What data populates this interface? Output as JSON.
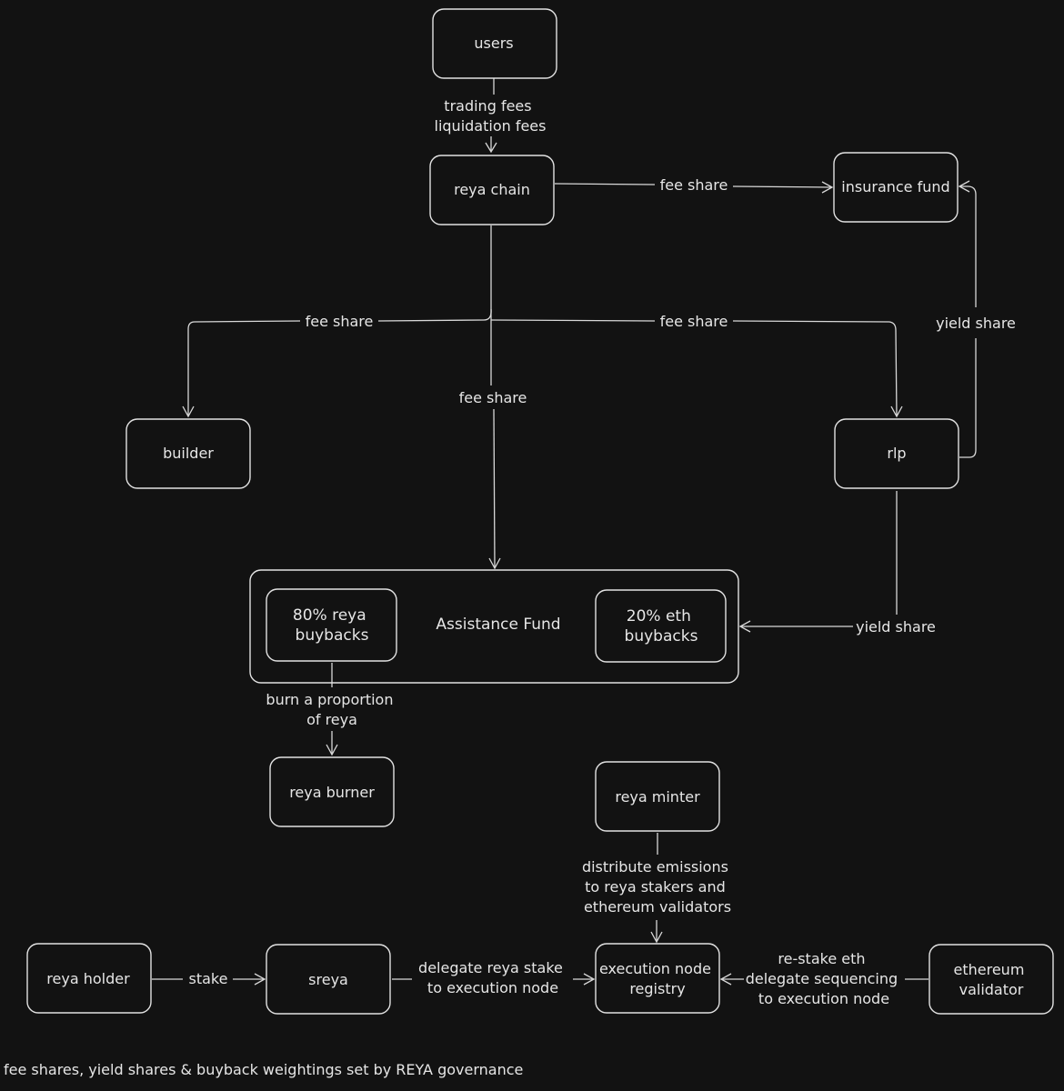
{
  "nodes": {
    "users": "users",
    "reya_chain": "reya chain",
    "insurance_fund": "insurance fund",
    "builder": "builder",
    "rlp": "rlp",
    "assistance_fund": "Assistance Fund",
    "reya_buybacks": [
      "80% reya",
      "buybacks"
    ],
    "eth_buybacks": [
      "20% eth",
      "buybacks"
    ],
    "reya_burner": "reya burner",
    "reya_minter": "reya minter",
    "reya_holder": "reya holder",
    "sreya": "sreya",
    "execution_node_registry": [
      "execution node",
      "registry"
    ],
    "ethereum_validator": [
      "ethereum",
      "validator"
    ]
  },
  "edges": {
    "users_to_chain": [
      "trading fees",
      "liquidation fees"
    ],
    "chain_to_insurance": "fee share",
    "chain_to_builder": "fee share",
    "chain_to_rlp": "fee share",
    "chain_to_assistance": "fee share",
    "rlp_to_insurance": "yield share",
    "rlp_to_assistance": "yield share",
    "buybacks_to_burner": [
      "burn a proportion",
      "of reya"
    ],
    "minter_to_registry": [
      "distribute emissions",
      "to reya stakers and",
      "ethereum validators"
    ],
    "holder_to_sreya": "stake",
    "sreya_to_registry": [
      "delegate reya stake",
      "to execution node"
    ],
    "validator_to_registry": [
      "re-stake eth",
      "delegate sequencing",
      "to execution node"
    ]
  },
  "footer": "fee shares, yield shares & buyback weightings set by REYA governance"
}
